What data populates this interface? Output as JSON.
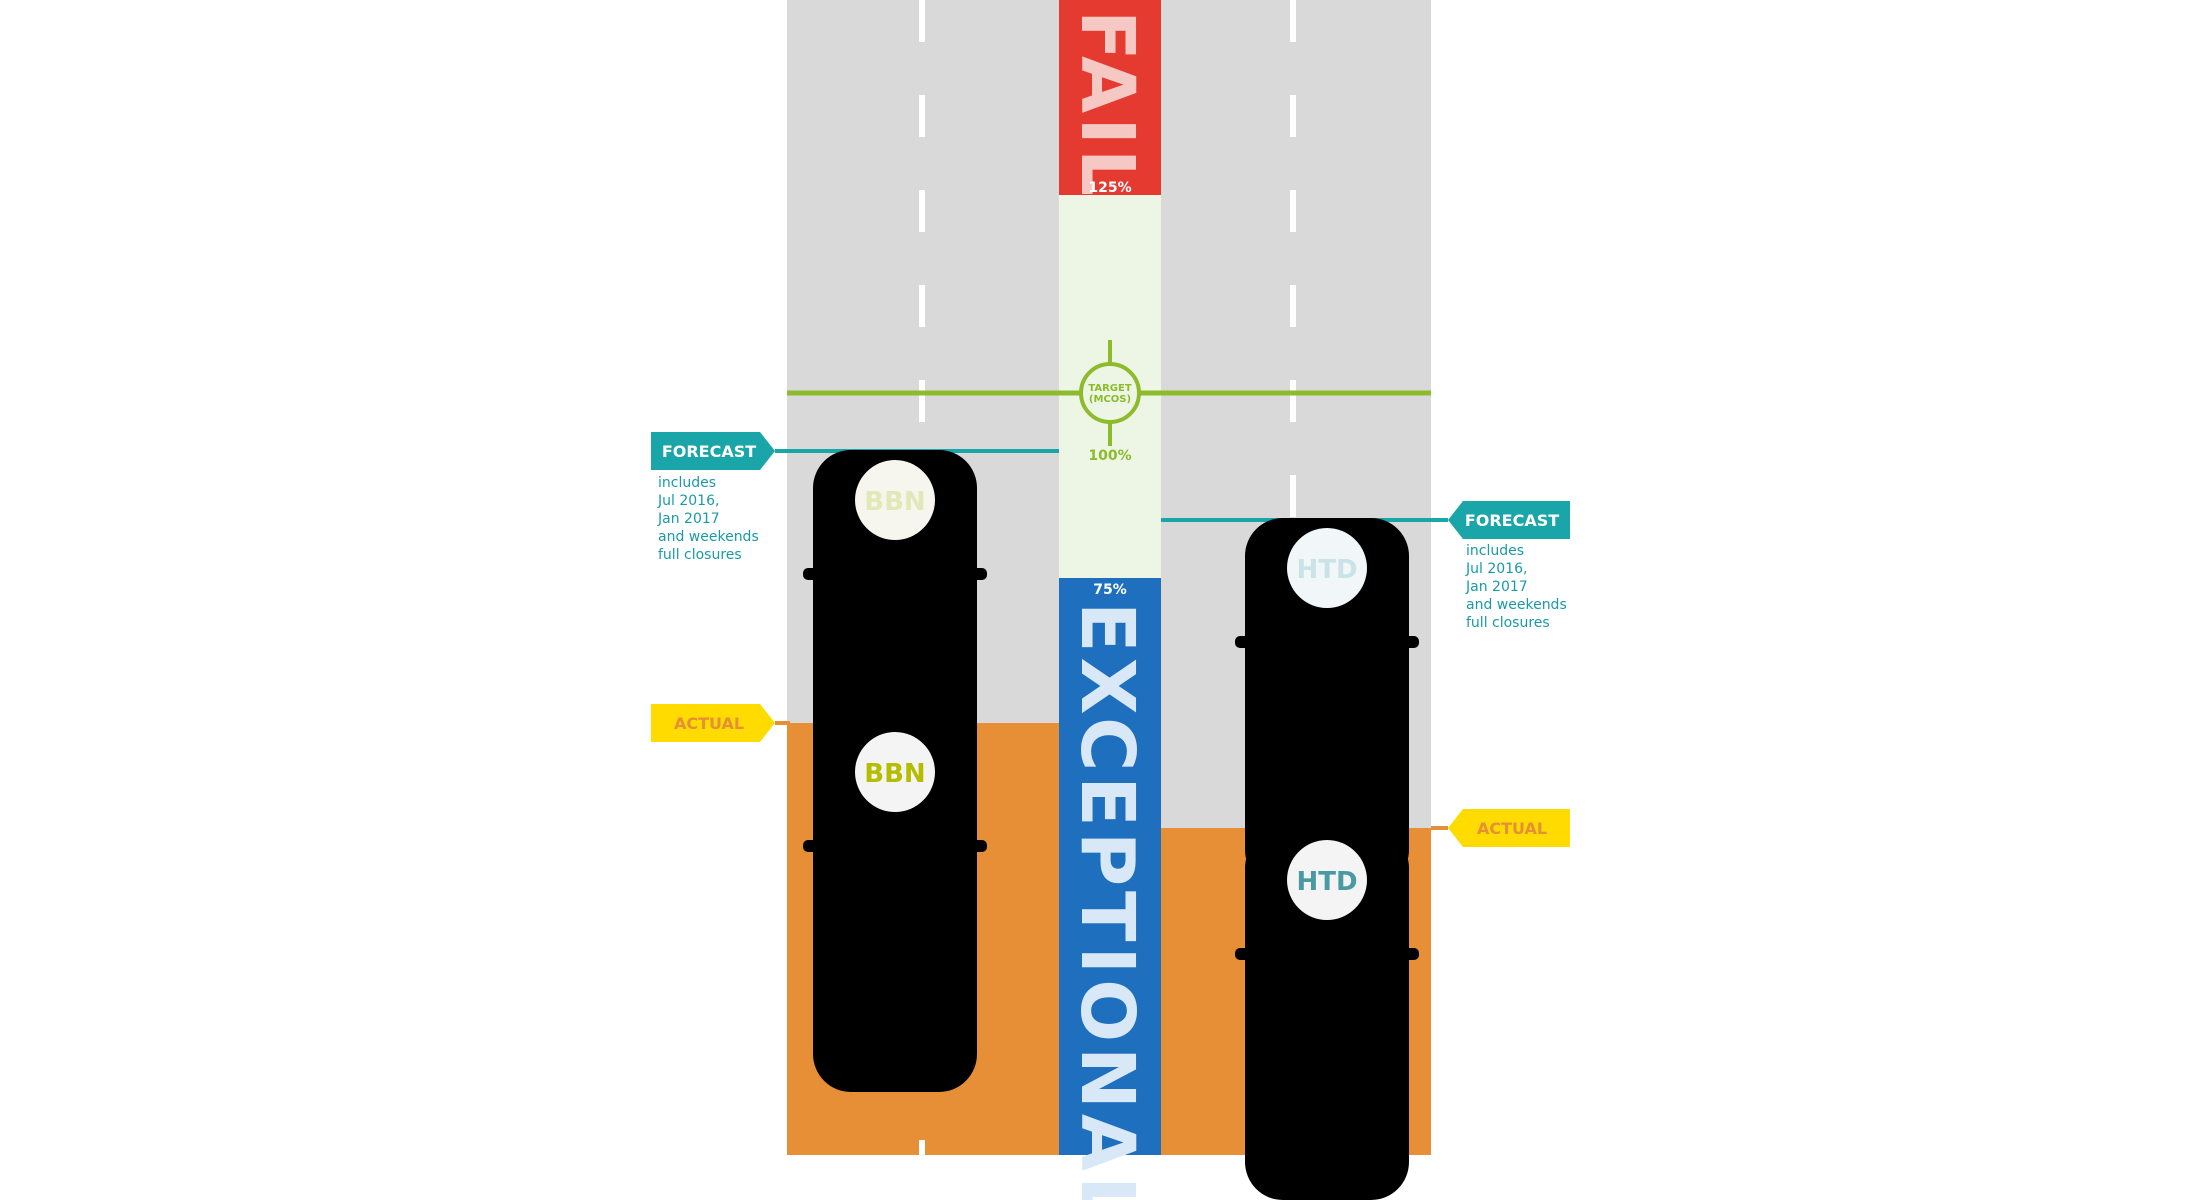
{
  "colors": {
    "road": "#d9d9d9",
    "actual_fill": "#e68f37",
    "fail": "#e53a30",
    "zone": "#edf5e4",
    "exceptional": "#1f6fbf",
    "target": "#8dbb2c",
    "forecast_tag": "#1aa5a8",
    "actual_tag": "#ffdb00",
    "actual_tag_text": "#e68f37",
    "bbn_car": "#c9d400",
    "htd_car": "#5bb3bd"
  },
  "scale": {
    "fail_label": "FAIL",
    "exceptional_label": "EXCEPTIONAL",
    "upper_threshold": "125%",
    "target_level": "100%",
    "lower_threshold": "75%",
    "target_line1": "TARGET",
    "target_line2": "(MCOS)"
  },
  "lanes": {
    "left": {
      "car_label": "BBN",
      "forecast_tag": "FORECAST",
      "actual_tag": "ACTUAL",
      "forecast_note": [
        "includes",
        "Jul 2016,",
        "Jan 2017",
        "and weekends",
        "full closures"
      ]
    },
    "right": {
      "car_label": "HTD",
      "forecast_tag": "FORECAST",
      "actual_tag": "ACTUAL",
      "forecast_note": [
        "includes",
        "Jul 2016,",
        "Jan 2017",
        "and weekends",
        "full closures"
      ]
    }
  }
}
